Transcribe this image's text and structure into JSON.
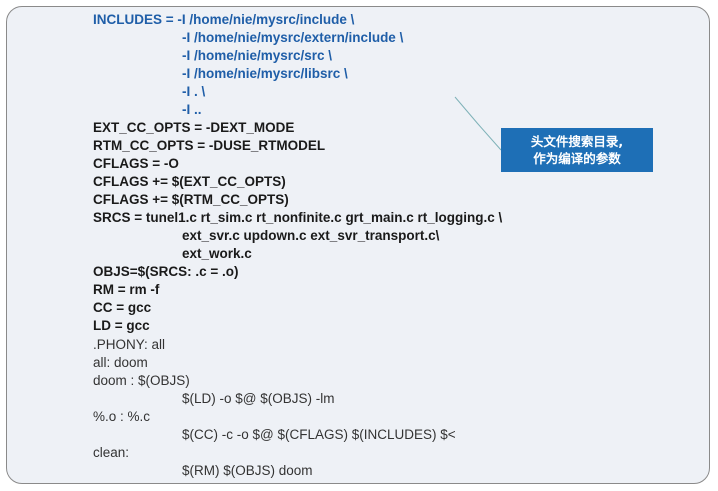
{
  "code": {
    "lines": [
      "INCLUDES = -I /home/nie/mysrc/include \\",
      "-I /home/nie/mysrc/extern/include \\",
      "-I /home/nie/mysrc/src \\",
      "-I /home/nie/mysrc/libsrc \\",
      "-I . \\",
      "-I ..",
      "EXT_CC_OPTS = -DEXT_MODE",
      "RTM_CC_OPTS = -DUSE_RTMODEL",
      "CFLAGS = -O",
      "CFLAGS += $(EXT_CC_OPTS)",
      "CFLAGS += $(RTM_CC_OPTS)",
      "SRCS = tunel1.c rt_sim.c rt_nonfinite.c grt_main.c rt_logging.c \\",
      "ext_svr.c updown.c ext_svr_transport.c\\",
      "ext_work.c",
      "OBJS=$(SRCS: .c = .o)",
      "RM = rm -f",
      "CC = gcc",
      "LD = gcc",
      ".PHONY: all",
      "all: doom",
      "doom : $(OBJS)",
      "$(LD) -o $@ $(OBJS) -lm",
      "%.o : %.c",
      "$(CC) -c -o $@ $(CFLAGS) $(INCLUDES) $<",
      "clean:",
      "$(RM) $(OBJS) doom"
    ]
  },
  "callout": {
    "line1": "头文件搜索目录,",
    "line2": "作为编译的参数"
  },
  "colors": {
    "accent_blue": "#1f5ea8",
    "callout_bg": "#1e6fb6",
    "panel_bg": "#eef1f6"
  }
}
